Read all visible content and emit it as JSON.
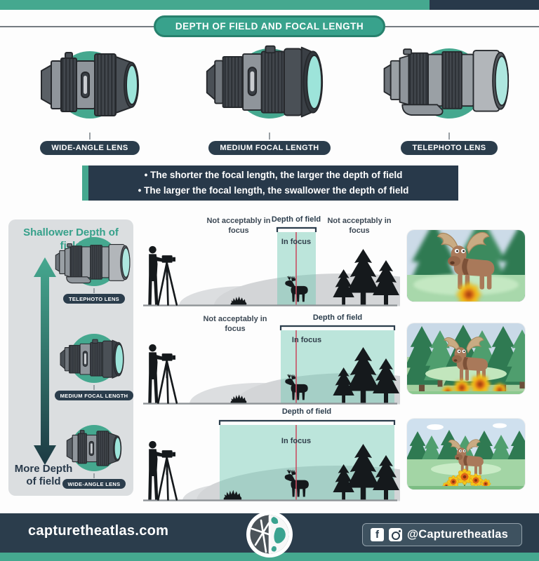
{
  "title": "DEPTH OF FIELD AND FOCAL LENGTH",
  "colors": {
    "teal_accent": "#45a88f",
    "navy": "#2b3d4c",
    "focus_band_teal": "#abd8cd",
    "focus_plane_red": "#c94f63",
    "sidebar_gray": "#dbdee0"
  },
  "lenses": [
    {
      "label": "WIDE-ANGLE LENS"
    },
    {
      "label": "MEDIUM FOCAL LENGTH"
    },
    {
      "label": "TELEPHOTO LENS"
    }
  ],
  "key_points": [
    "• The shorter the focal length, the larger the depth of field",
    "• The larger the focal length, the swallower the depth of field"
  ],
  "sidebar": {
    "top_label": "Shallower Depth of field",
    "bottom_label": "More Depth of field",
    "items": [
      {
        "label": "TELEPHOTO LENS"
      },
      {
        "label": "MEDIUM FOCAL LENGTH"
      },
      {
        "label": "WIDE-ANGLE LENS"
      }
    ]
  },
  "scenes": [
    {
      "name": "telephoto",
      "left_label": "Not acceptably in focus",
      "dof_label": "Depth of field",
      "infocus_label": "In focus",
      "right_label": "Not acceptably in focus"
    },
    {
      "name": "medium-focal-length",
      "left_label": "Not acceptably in focus",
      "dof_label": "Depth of field",
      "infocus_label": "In focus"
    },
    {
      "name": "wide-angle",
      "dof_label": "Depth of field",
      "infocus_label": "In focus"
    }
  ],
  "footer": {
    "site": "capturetheatlas.com",
    "handle": "@Capturetheatlas",
    "icons": [
      "facebook-icon",
      "instagram-icon"
    ]
  }
}
